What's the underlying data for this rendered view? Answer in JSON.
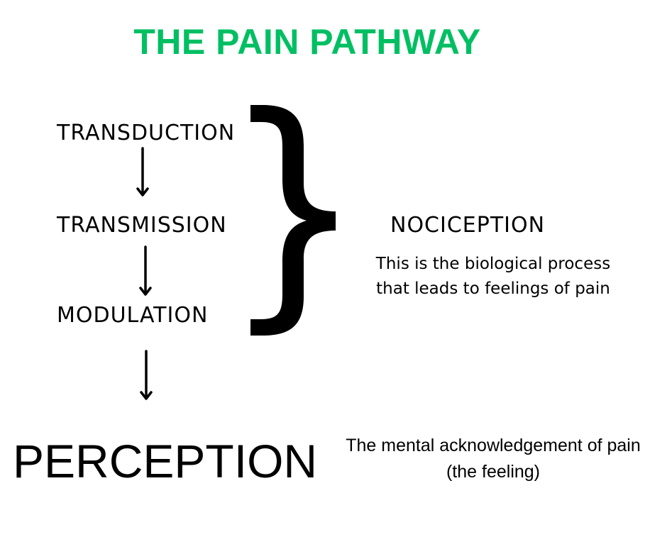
{
  "title": "THE PAIN PATHWAY",
  "colors": {
    "title": "#00bf63",
    "text": "#000000",
    "background": "#ffffff"
  },
  "steps": [
    {
      "label": "TRANSDUCTION"
    },
    {
      "label": "TRANSMISSION"
    },
    {
      "label": "MODULATION"
    }
  ],
  "grouping": {
    "label": "NOCICEPTION",
    "description": "This is the biological process that leads to  feelings of pain"
  },
  "outcome": {
    "label": "PERCEPTION",
    "description": "The  mental acknowledgement of pain (the feeling)"
  },
  "connectors": [
    {
      "from": "TRANSDUCTION",
      "to": "TRANSMISSION",
      "icon": "down-arrow-icon"
    },
    {
      "from": "TRANSMISSION",
      "to": "MODULATION",
      "icon": "down-arrow-icon"
    },
    {
      "from": "MODULATION",
      "to": "PERCEPTION",
      "icon": "down-arrow-icon"
    }
  ]
}
